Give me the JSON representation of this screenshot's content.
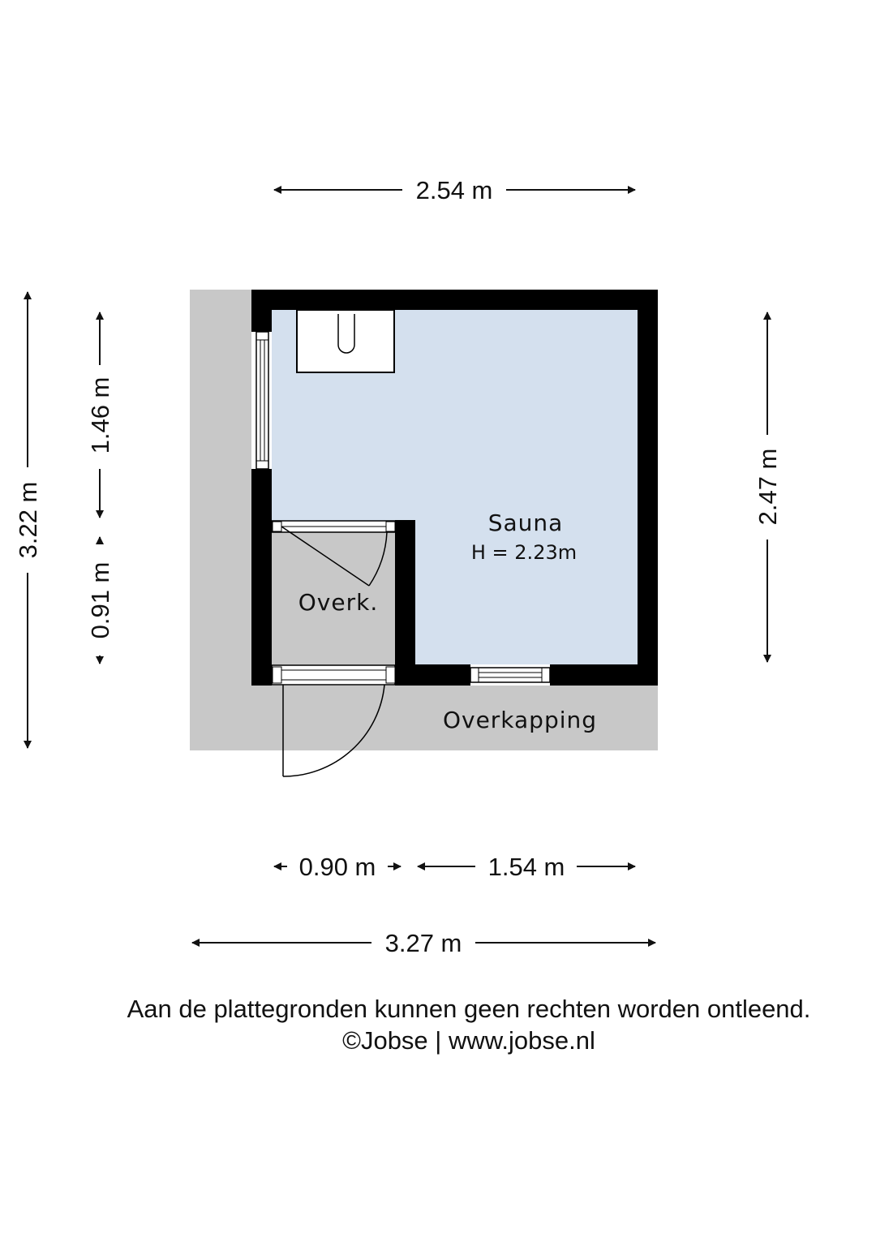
{
  "dimensions": {
    "top_width": "2.54 m",
    "left_total_height": "3.22 m",
    "left_upper_height": "1.46 m",
    "left_lower_height": "0.91 m",
    "right_height": "2.47 m",
    "bottom_left_width": "0.90 m",
    "bottom_right_width": "1.54 m",
    "bottom_total_width": "3.27 m"
  },
  "rooms": {
    "sauna": {
      "name": "Sauna",
      "height": "H = 2.23m"
    },
    "overk": {
      "name": "Overk."
    },
    "overkapping": {
      "name": "Overkapping"
    }
  },
  "footer": {
    "disclaimer": "Aan de plattegronden kunnen geen rechten worden ontleend.",
    "credit": "©Jobse | www.jobse.nl"
  },
  "colors": {
    "sauna_fill": "#d4e0ee",
    "overkapping_fill": "#c8c8c8",
    "wall": "#000000"
  }
}
